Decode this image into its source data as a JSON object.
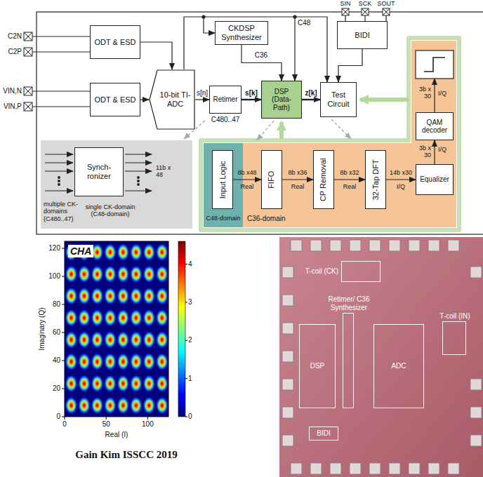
{
  "diagram": {
    "caption": "Gain Kim ISSCC 2019",
    "nodes": [
      {
        "text": [
          "ODT & ESD"
        ]
      },
      {
        "text": [
          "ODT & ESD"
        ]
      },
      {
        "text": [
          "10-bit TI-ADC"
        ]
      },
      {
        "text": [
          "CKDSP Synthesizer"
        ]
      },
      {
        "text": [
          "Retimer"
        ]
      },
      {
        "text": [
          "DSP (Data-Path)"
        ]
      },
      {
        "text": [
          "Test Circuit"
        ]
      },
      {
        "text": [
          "BIDI"
        ]
      },
      {
        "text": [
          "multiple CK-domains (C480..47)",
          "single CK-domain (C48-domain)",
          "11b x 48"
        ]
      },
      {
        "text": [
          "Synch- ronizer"
        ],
        "in": 8
      },
      {
        "text": [
          "C48-domain"
        ]
      },
      {
        "text": [
          "Input Logic"
        ],
        "in": 10
      },
      {
        "text": [
          "C36-domain"
        ]
      },
      {
        "text": [
          "FIFO"
        ],
        "in": 12
      },
      {
        "text": [
          "CP Removal"
        ],
        "in": 12
      },
      {
        "text": [
          "32-Tap DFT"
        ],
        "in": 12
      },
      {
        "text": [
          "Equalizer"
        ],
        "in": 12
      },
      {
        "text": [
          "QAM decoder"
        ],
        "in": 12
      },
      {
        "text": [
          "T-coil (CK)"
        ]
      },
      {
        "text": [
          "Retimer/ C36 Synthesizer"
        ]
      },
      {
        "text": [
          "DSP"
        ]
      },
      {
        "text": [
          "ADC"
        ]
      },
      {
        "text": [
          "T-coil (IN)"
        ]
      },
      {
        "text": [
          "BIDI"
        ]
      }
    ],
    "edges": [
      {
        "from": 0,
        "to": 2,
        "arrow": "to"
      },
      {
        "from": 1,
        "to": 2,
        "arrow": "to"
      },
      {
        "from": 2,
        "to": 4,
        "label": "s[n]",
        "arrow": "to"
      },
      {
        "from": 4,
        "to": 5,
        "label": "s[k]",
        "arrow": "to"
      },
      {
        "from": 5,
        "to": 6,
        "label": "z[k]",
        "arrow": "to"
      },
      {
        "from": 3,
        "to": 5,
        "label": "C36",
        "arrow": "to"
      },
      {
        "from": 7,
        "to": 6,
        "arrow": "to"
      },
      {
        "from": 11,
        "to": 13,
        "label": "8b x48",
        "arrow": "to"
      },
      {
        "from": 13,
        "to": 14,
        "label": "8b x36",
        "arrow": "to"
      },
      {
        "from": 14,
        "to": 15,
        "label": "8b x32",
        "arrow": "to"
      },
      {
        "from": 15,
        "to": 16,
        "label": "14b x30",
        "arrow": "to"
      },
      {
        "from": 16,
        "to": 17,
        "label": "3b x 30",
        "arrow": "to"
      }
    ],
    "labels": [
      "C2N",
      "C2P",
      "VIN,N",
      "VIN,P",
      "SIN",
      "SCK",
      "SOUT",
      "C48",
      "C480..47",
      "Real",
      "Real",
      "Real",
      "I/Q",
      "I/Q",
      "I/Q",
      "3b x 30",
      "CHA",
      "Imaginary (Q)",
      "Real (I)",
      "0",
      "20",
      "40",
      "60",
      "80",
      "100",
      "120",
      "0",
      "50",
      "100",
      "0",
      "1",
      "2",
      "3",
      "4"
    ]
  }
}
